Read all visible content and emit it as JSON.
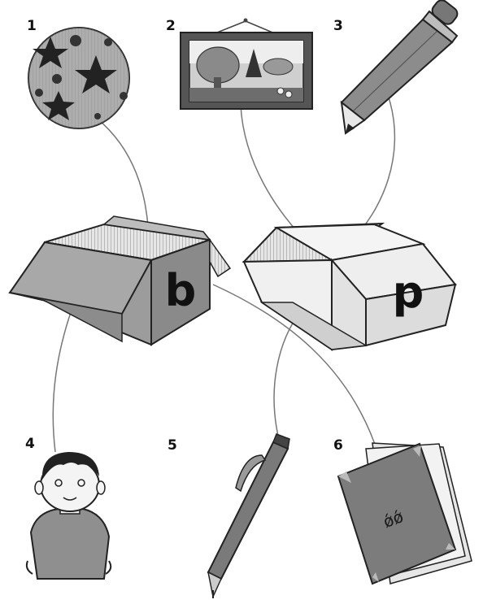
{
  "numbers": {
    "n1": "1",
    "n2": "2",
    "n3": "3",
    "n4": "4",
    "n5": "5",
    "n6": "6"
  },
  "boxes": {
    "left_letter": "b",
    "right_letter": "p"
  },
  "book_mark": "ǿǿ"
}
